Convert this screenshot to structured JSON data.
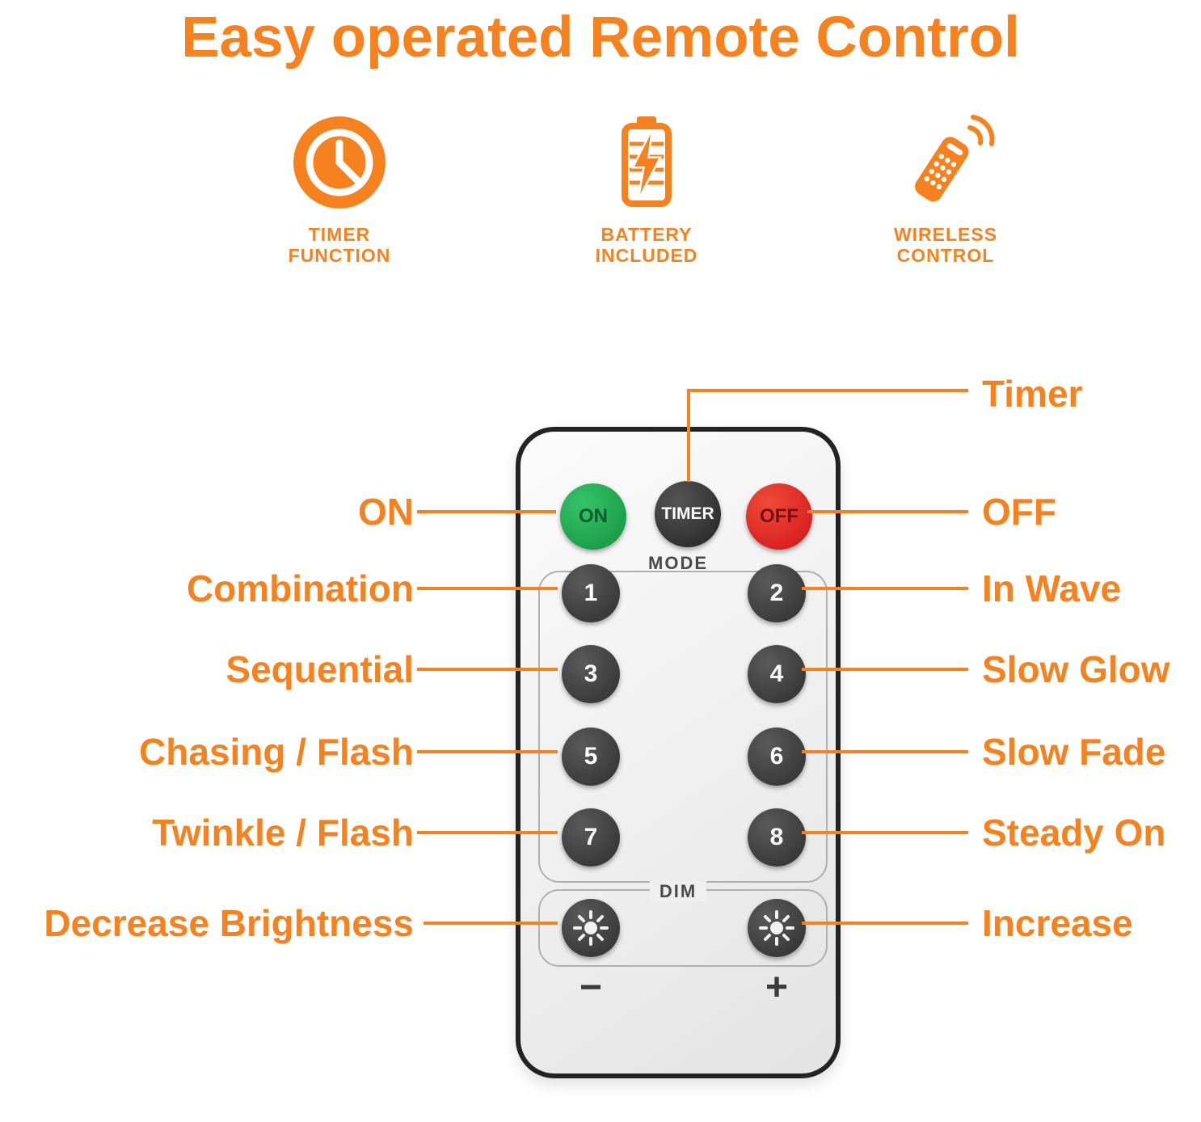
{
  "title": "Easy operated Remote Control",
  "features": [
    {
      "icon": "clock-icon",
      "line1": "TIMER",
      "line2": "FUNCTION"
    },
    {
      "icon": "battery-icon",
      "line1": "BATTERY",
      "line2": "INCLUDED"
    },
    {
      "icon": "remote-icon",
      "line1": "WIRELESS",
      "line2": "CONTROL"
    }
  ],
  "remote": {
    "power_buttons": {
      "on": "ON",
      "timer": "TIMER",
      "off": "OFF"
    },
    "mode_label": "MODE",
    "mode_buttons": [
      "1",
      "2",
      "3",
      "4",
      "5",
      "6",
      "7",
      "8"
    ],
    "dim_label": "DIM",
    "decrease_symbol": "−",
    "increase_symbol": "+"
  },
  "callouts": {
    "left": [
      "ON",
      "Combination",
      "Sequential",
      "Chasing / Flash",
      "Twinkle / Flash",
      "Decrease Brightness"
    ],
    "right": [
      "Timer",
      "OFF",
      "In Wave",
      "Slow Glow",
      "Slow Fade",
      "Steady On",
      "Increase"
    ]
  },
  "colors": {
    "accent": "#F5821F"
  }
}
